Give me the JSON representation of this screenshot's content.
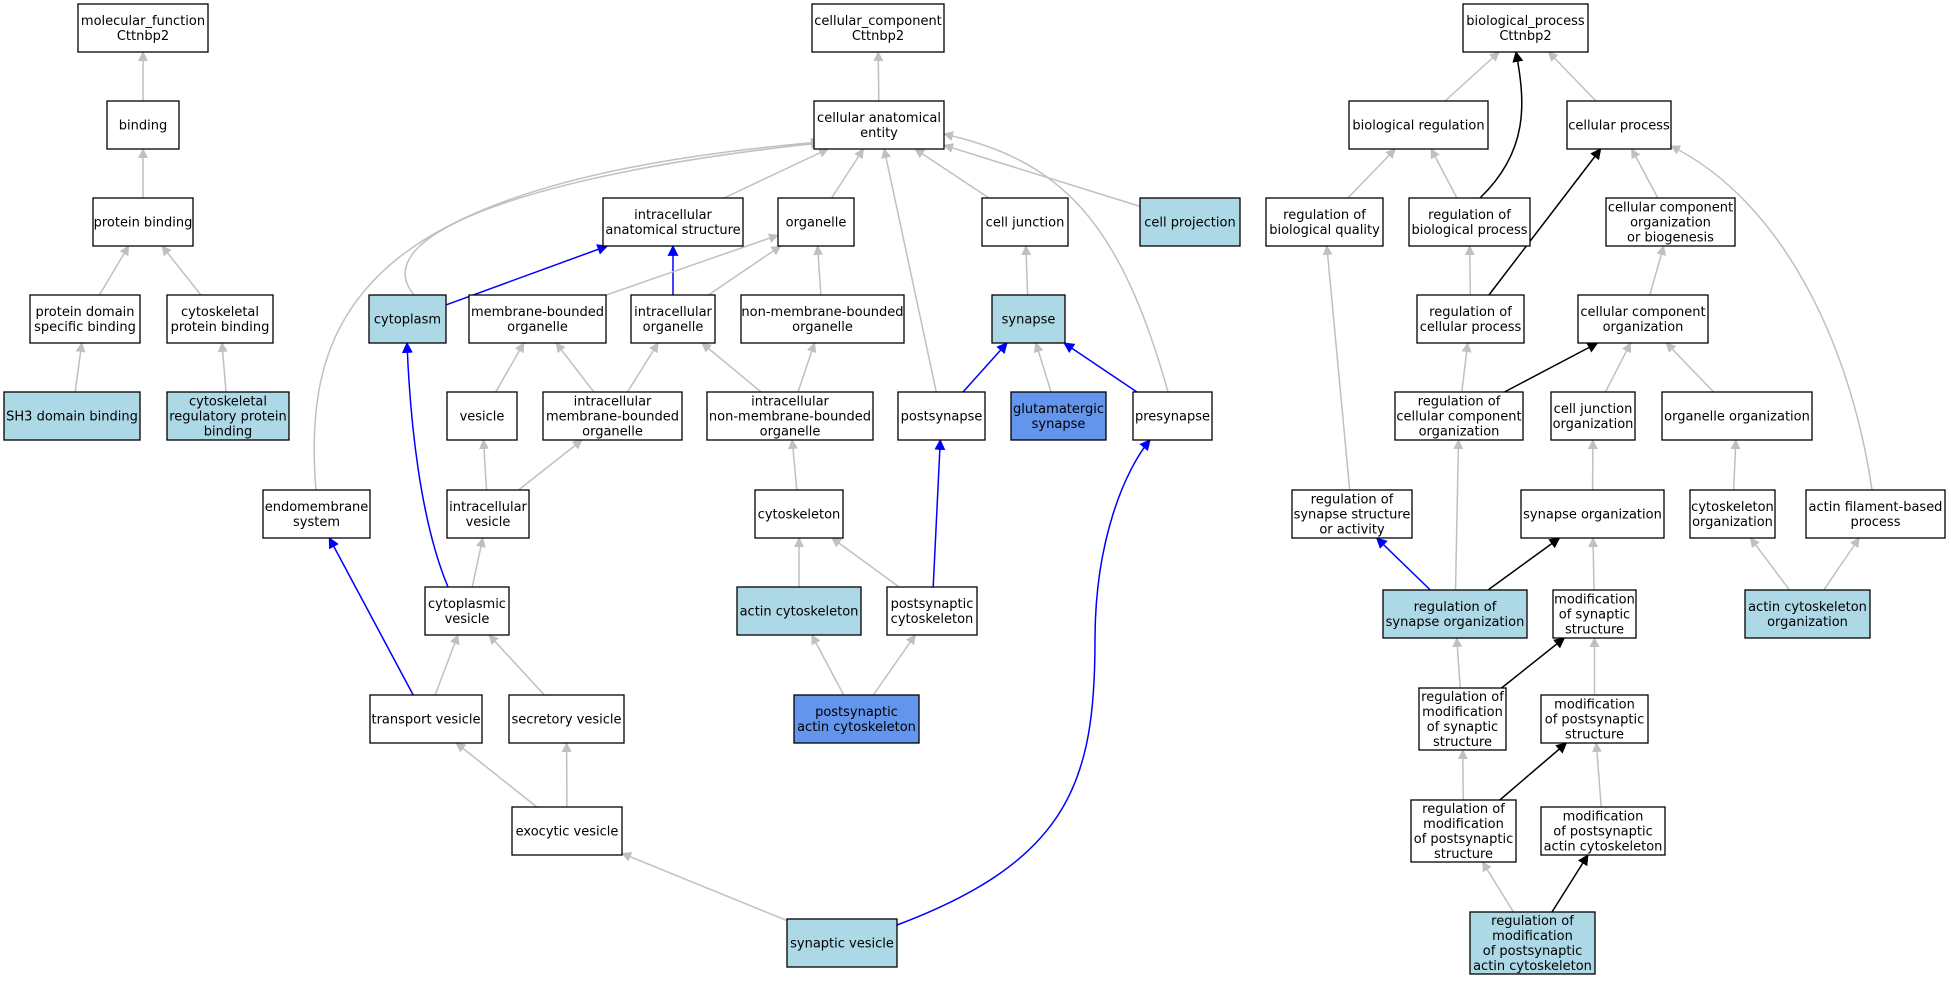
{
  "colors": {
    "plain": "#ffffff",
    "annotated": "#add8e6",
    "highlight": "#6495ed",
    "edge_grey": "#c0c0c0",
    "edge_black": "#000000",
    "edge_blue": "#0000ff"
  },
  "nodes": [
    {
      "id": "mf_root",
      "lines": [
        "molecular_function",
        "Cttnbp2"
      ],
      "fill": "plain"
    },
    {
      "id": "binding",
      "lines": [
        "binding"
      ],
      "fill": "plain"
    },
    {
      "id": "protein_binding",
      "lines": [
        "protein binding"
      ],
      "fill": "plain"
    },
    {
      "id": "protein_domain_specific_binding",
      "lines": [
        "protein domain",
        "specific binding"
      ],
      "fill": "plain"
    },
    {
      "id": "cytoskeletal_protein_binding",
      "lines": [
        "cytoskeletal",
        "protein binding"
      ],
      "fill": "plain"
    },
    {
      "id": "sh3_domain_binding",
      "lines": [
        "SH3 domain binding"
      ],
      "fill": "annotated"
    },
    {
      "id": "cytoskeletal_regulatory_protein_binding",
      "lines": [
        "cytoskeletal",
        "regulatory protein",
        "binding"
      ],
      "fill": "annotated"
    },
    {
      "id": "cc_root",
      "lines": [
        "cellular_component",
        "Cttnbp2"
      ],
      "fill": "plain"
    },
    {
      "id": "cellular_anatomical_entity",
      "lines": [
        "cellular anatomical",
        "entity"
      ],
      "fill": "plain"
    },
    {
      "id": "intracellular_anatomical_structure",
      "lines": [
        "intracellular",
        "anatomical structure"
      ],
      "fill": "plain"
    },
    {
      "id": "organelle",
      "lines": [
        "organelle"
      ],
      "fill": "plain"
    },
    {
      "id": "cell_junction",
      "lines": [
        "cell junction"
      ],
      "fill": "plain"
    },
    {
      "id": "cell_projection",
      "lines": [
        "cell projection"
      ],
      "fill": "annotated"
    },
    {
      "id": "cytoplasm",
      "lines": [
        "cytoplasm"
      ],
      "fill": "annotated"
    },
    {
      "id": "membrane_bounded_organelle",
      "lines": [
        "membrane-bounded",
        "organelle"
      ],
      "fill": "plain"
    },
    {
      "id": "intracellular_organelle",
      "lines": [
        "intracellular",
        "organelle"
      ],
      "fill": "plain"
    },
    {
      "id": "non_membrane_bounded_organelle",
      "lines": [
        "non-membrane-bounded",
        "organelle"
      ],
      "fill": "plain"
    },
    {
      "id": "synapse",
      "lines": [
        "synapse"
      ],
      "fill": "annotated"
    },
    {
      "id": "vesicle",
      "lines": [
        "vesicle"
      ],
      "fill": "plain"
    },
    {
      "id": "intracellular_membrane_bounded_organelle",
      "lines": [
        "intracellular",
        "membrane-bounded",
        "organelle"
      ],
      "fill": "plain"
    },
    {
      "id": "intracellular_non_membrane_bounded_organelle",
      "lines": [
        "intracellular",
        "non-membrane-bounded",
        "organelle"
      ],
      "fill": "plain"
    },
    {
      "id": "postsynapse",
      "lines": [
        "postsynapse"
      ],
      "fill": "plain"
    },
    {
      "id": "glutamatergic_synapse",
      "lines": [
        "glutamatergic",
        "synapse"
      ],
      "fill": "highlight"
    },
    {
      "id": "presynapse",
      "lines": [
        "presynapse"
      ],
      "fill": "plain"
    },
    {
      "id": "endomembrane_system",
      "lines": [
        "endomembrane",
        "system"
      ],
      "fill": "plain"
    },
    {
      "id": "intracellular_vesicle",
      "lines": [
        "intracellular",
        "vesicle"
      ],
      "fill": "plain"
    },
    {
      "id": "cytoskeleton",
      "lines": [
        "cytoskeleton"
      ],
      "fill": "plain"
    },
    {
      "id": "cytoplasmic_vesicle",
      "lines": [
        "cytoplasmic",
        "vesicle"
      ],
      "fill": "plain"
    },
    {
      "id": "actin_cytoskeleton",
      "lines": [
        "actin cytoskeleton"
      ],
      "fill": "annotated"
    },
    {
      "id": "postsynaptic_cytoskeleton",
      "lines": [
        "postsynaptic",
        "cytoskeleton"
      ],
      "fill": "plain"
    },
    {
      "id": "transport_vesicle",
      "lines": [
        "transport vesicle"
      ],
      "fill": "plain"
    },
    {
      "id": "secretory_vesicle",
      "lines": [
        "secretory vesicle"
      ],
      "fill": "plain"
    },
    {
      "id": "postsynaptic_actin_cytoskeleton",
      "lines": [
        "postsynaptic",
        "actin cytoskeleton"
      ],
      "fill": "highlight"
    },
    {
      "id": "exocytic_vesicle",
      "lines": [
        "exocytic vesicle"
      ],
      "fill": "plain"
    },
    {
      "id": "synaptic_vesicle",
      "lines": [
        "synaptic vesicle"
      ],
      "fill": "annotated"
    },
    {
      "id": "bp_root",
      "lines": [
        "biological_process",
        "Cttnbp2"
      ],
      "fill": "plain"
    },
    {
      "id": "biological_regulation",
      "lines": [
        "biological regulation"
      ],
      "fill": "plain"
    },
    {
      "id": "cellular_process",
      "lines": [
        "cellular process"
      ],
      "fill": "plain"
    },
    {
      "id": "regulation_of_biological_quality",
      "lines": [
        "regulation of",
        "biological quality"
      ],
      "fill": "plain"
    },
    {
      "id": "regulation_of_biological_process",
      "lines": [
        "regulation of",
        "biological process"
      ],
      "fill": "plain"
    },
    {
      "id": "cellular_component_organization_or_biogenesis",
      "lines": [
        "cellular component",
        "organization",
        "or biogenesis"
      ],
      "fill": "plain"
    },
    {
      "id": "regulation_of_cellular_process",
      "lines": [
        "regulation of",
        "cellular process"
      ],
      "fill": "plain"
    },
    {
      "id": "cellular_component_organization",
      "lines": [
        "cellular component",
        "organization"
      ],
      "fill": "plain"
    },
    {
      "id": "regulation_of_cellular_component_organization",
      "lines": [
        "regulation of",
        "cellular component",
        "organization"
      ],
      "fill": "plain"
    },
    {
      "id": "cell_junction_organization",
      "lines": [
        "cell junction",
        "organization"
      ],
      "fill": "plain"
    },
    {
      "id": "organelle_organization",
      "lines": [
        "organelle organization"
      ],
      "fill": "plain"
    },
    {
      "id": "regulation_of_synapse_structure_or_activity",
      "lines": [
        "regulation of",
        "synapse structure",
        "or activity"
      ],
      "fill": "plain"
    },
    {
      "id": "synapse_organization",
      "lines": [
        "synapse organization"
      ],
      "fill": "plain"
    },
    {
      "id": "cytoskeleton_organization",
      "lines": [
        "cytoskeleton",
        "organization"
      ],
      "fill": "plain"
    },
    {
      "id": "actin_filament_based_process",
      "lines": [
        "actin filament-based",
        "process"
      ],
      "fill": "plain"
    },
    {
      "id": "regulation_of_synapse_organization",
      "lines": [
        "regulation of",
        "synapse organization"
      ],
      "fill": "annotated"
    },
    {
      "id": "modification_of_synaptic_structure",
      "lines": [
        "modification",
        "of synaptic",
        "structure"
      ],
      "fill": "plain"
    },
    {
      "id": "actin_cytoskeleton_organization",
      "lines": [
        "actin cytoskeleton",
        "organization"
      ],
      "fill": "annotated"
    },
    {
      "id": "regulation_of_modification_of_synaptic_structure",
      "lines": [
        "regulation of",
        "modification",
        "of synaptic",
        "structure"
      ],
      "fill": "plain"
    },
    {
      "id": "modification_of_postsynaptic_structure",
      "lines": [
        "modification",
        "of postsynaptic",
        "structure"
      ],
      "fill": "plain"
    },
    {
      "id": "regulation_of_modification_of_postsynaptic_structure",
      "lines": [
        "regulation of",
        "modification",
        "of postsynaptic",
        "structure"
      ],
      "fill": "plain"
    },
    {
      "id": "modification_of_postsynaptic_actin_cytoskeleton",
      "lines": [
        "modification",
        "of postsynaptic",
        "actin cytoskeleton"
      ],
      "fill": "plain"
    },
    {
      "id": "regulation_of_modification_of_postsynaptic_actin_cytoskeleton",
      "lines": [
        "regulation of",
        "modification",
        "of postsynaptic",
        "actin cytoskeleton"
      ],
      "fill": "annotated"
    }
  ],
  "edges": [
    {
      "from": "binding",
      "to": "mf_root",
      "color": "grey"
    },
    {
      "from": "protein_binding",
      "to": "binding",
      "color": "grey"
    },
    {
      "from": "protein_domain_specific_binding",
      "to": "protein_binding",
      "color": "grey"
    },
    {
      "from": "cytoskeletal_protein_binding",
      "to": "protein_binding",
      "color": "grey"
    },
    {
      "from": "sh3_domain_binding",
      "to": "protein_domain_specific_binding",
      "color": "grey"
    },
    {
      "from": "cytoskeletal_regulatory_protein_binding",
      "to": "cytoskeletal_protein_binding",
      "color": "grey"
    },
    {
      "from": "cellular_anatomical_entity",
      "to": "cc_root",
      "color": "grey"
    },
    {
      "from": "intracellular_anatomical_structure",
      "to": "cellular_anatomical_entity",
      "color": "grey"
    },
    {
      "from": "organelle",
      "to": "cellular_anatomical_entity",
      "color": "grey"
    },
    {
      "from": "cell_junction",
      "to": "cellular_anatomical_entity",
      "color": "grey"
    },
    {
      "from": "cell_projection",
      "to": "cellular_anatomical_entity",
      "color": "grey"
    },
    {
      "from": "cytoplasm",
      "to": "cellular_anatomical_entity",
      "color": "grey"
    },
    {
      "from": "endomembrane_system",
      "to": "cellular_anatomical_entity",
      "color": "grey"
    },
    {
      "from": "postsynapse",
      "to": "cellular_anatomical_entity",
      "color": "grey"
    },
    {
      "from": "presynapse",
      "to": "cellular_anatomical_entity",
      "color": "grey"
    },
    {
      "from": "cytoplasm",
      "to": "intracellular_anatomical_structure",
      "color": "blue"
    },
    {
      "from": "intracellular_organelle",
      "to": "intracellular_anatomical_structure",
      "color": "blue"
    },
    {
      "from": "membrane_bounded_organelle",
      "to": "organelle",
      "color": "grey"
    },
    {
      "from": "intracellular_organelle",
      "to": "organelle",
      "color": "grey"
    },
    {
      "from": "non_membrane_bounded_organelle",
      "to": "organelle",
      "color": "grey"
    },
    {
      "from": "synapse",
      "to": "cell_junction",
      "color": "grey"
    },
    {
      "from": "vesicle",
      "to": "membrane_bounded_organelle",
      "color": "grey"
    },
    {
      "from": "intracellular_membrane_bounded_organelle",
      "to": "membrane_bounded_organelle",
      "color": "grey"
    },
    {
      "from": "intracellular_membrane_bounded_organelle",
      "to": "intracellular_organelle",
      "color": "grey"
    },
    {
      "from": "intracellular_non_membrane_bounded_organelle",
      "to": "intracellular_organelle",
      "color": "grey"
    },
    {
      "from": "intracellular_non_membrane_bounded_organelle",
      "to": "non_membrane_bounded_organelle",
      "color": "grey"
    },
    {
      "from": "postsynapse",
      "to": "synapse",
      "color": "blue"
    },
    {
      "from": "glutamatergic_synapse",
      "to": "synapse",
      "color": "grey"
    },
    {
      "from": "presynapse",
      "to": "synapse",
      "color": "blue"
    },
    {
      "from": "intracellular_vesicle",
      "to": "vesicle",
      "color": "grey"
    },
    {
      "from": "intracellular_vesicle",
      "to": "intracellular_membrane_bounded_organelle",
      "color": "grey"
    },
    {
      "from": "cytoskeleton",
      "to": "intracellular_non_membrane_bounded_organelle",
      "color": "grey"
    },
    {
      "from": "cytoplasmic_vesicle",
      "to": "intracellular_vesicle",
      "color": "grey"
    },
    {
      "from": "cytoplasmic_vesicle",
      "to": "cytoplasm",
      "color": "blue"
    },
    {
      "from": "actin_cytoskeleton",
      "to": "cytoskeleton",
      "color": "grey"
    },
    {
      "from": "postsynaptic_cytoskeleton",
      "to": "cytoskeleton",
      "color": "grey"
    },
    {
      "from": "postsynaptic_cytoskeleton",
      "to": "postsynapse",
      "color": "blue"
    },
    {
      "from": "transport_vesicle",
      "to": "cytoplasmic_vesicle",
      "color": "grey"
    },
    {
      "from": "secretory_vesicle",
      "to": "cytoplasmic_vesicle",
      "color": "grey"
    },
    {
      "from": "transport_vesicle",
      "to": "endomembrane_system",
      "color": "blue"
    },
    {
      "from": "postsynaptic_actin_cytoskeleton",
      "to": "actin_cytoskeleton",
      "color": "grey"
    },
    {
      "from": "postsynaptic_actin_cytoskeleton",
      "to": "postsynaptic_cytoskeleton",
      "color": "grey"
    },
    {
      "from": "exocytic_vesicle",
      "to": "transport_vesicle",
      "color": "grey"
    },
    {
      "from": "exocytic_vesicle",
      "to": "secretory_vesicle",
      "color": "grey"
    },
    {
      "from": "synaptic_vesicle",
      "to": "exocytic_vesicle",
      "color": "grey"
    },
    {
      "from": "synaptic_vesicle",
      "to": "presynapse",
      "color": "blue"
    },
    {
      "from": "biological_regulation",
      "to": "bp_root",
      "color": "grey"
    },
    {
      "from": "cellular_process",
      "to": "bp_root",
      "color": "grey"
    },
    {
      "from": "regulation_of_biological_process",
      "to": "bp_root",
      "color": "black"
    },
    {
      "from": "regulation_of_biological_quality",
      "to": "biological_regulation",
      "color": "grey"
    },
    {
      "from": "regulation_of_biological_process",
      "to": "biological_regulation",
      "color": "grey"
    },
    {
      "from": "cellular_component_organization_or_biogenesis",
      "to": "cellular_process",
      "color": "grey"
    },
    {
      "from": "actin_filament_based_process",
      "to": "cellular_process",
      "color": "grey"
    },
    {
      "from": "regulation_of_cellular_process",
      "to": "cellular_process",
      "color": "black"
    },
    {
      "from": "regulation_of_cellular_process",
      "to": "regulation_of_biological_process",
      "color": "grey"
    },
    {
      "from": "cellular_component_organization",
      "to": "cellular_component_organization_or_biogenesis",
      "color": "grey"
    },
    {
      "from": "regulation_of_cellular_component_organization",
      "to": "regulation_of_cellular_process",
      "color": "grey"
    },
    {
      "from": "regulation_of_cellular_component_organization",
      "to": "cellular_component_organization",
      "color": "black"
    },
    {
      "from": "cell_junction_organization",
      "to": "cellular_component_organization",
      "color": "grey"
    },
    {
      "from": "organelle_organization",
      "to": "cellular_component_organization",
      "color": "grey"
    },
    {
      "from": "regulation_of_synapse_structure_or_activity",
      "to": "regulation_of_biological_quality",
      "color": "grey"
    },
    {
      "from": "synapse_organization",
      "to": "cell_junction_organization",
      "color": "grey"
    },
    {
      "from": "cytoskeleton_organization",
      "to": "organelle_organization",
      "color": "grey"
    },
    {
      "from": "regulation_of_synapse_organization",
      "to": "regulation_of_cellular_component_organization",
      "color": "grey"
    },
    {
      "from": "regulation_of_synapse_organization",
      "to": "regulation_of_synapse_structure_or_activity",
      "color": "blue"
    },
    {
      "from": "regulation_of_synapse_organization",
      "to": "synapse_organization",
      "color": "black"
    },
    {
      "from": "modification_of_synaptic_structure",
      "to": "synapse_organization",
      "color": "grey"
    },
    {
      "from": "actin_cytoskeleton_organization",
      "to": "cytoskeleton_organization",
      "color": "grey"
    },
    {
      "from": "actin_cytoskeleton_organization",
      "to": "actin_filament_based_process",
      "color": "grey"
    },
    {
      "from": "regulation_of_modification_of_synaptic_structure",
      "to": "regulation_of_synapse_organization",
      "color": "grey"
    },
    {
      "from": "regulation_of_modification_of_synaptic_structure",
      "to": "modification_of_synaptic_structure",
      "color": "black"
    },
    {
      "from": "modification_of_postsynaptic_structure",
      "to": "modification_of_synaptic_structure",
      "color": "grey"
    },
    {
      "from": "regulation_of_modification_of_postsynaptic_structure",
      "to": "regulation_of_modification_of_synaptic_structure",
      "color": "grey"
    },
    {
      "from": "regulation_of_modification_of_postsynaptic_structure",
      "to": "modification_of_postsynaptic_structure",
      "color": "black"
    },
    {
      "from": "modification_of_postsynaptic_actin_cytoskeleton",
      "to": "modification_of_postsynaptic_structure",
      "color": "grey"
    },
    {
      "from": "regulation_of_modification_of_postsynaptic_actin_cytoskeleton",
      "to": "regulation_of_modification_of_postsynaptic_structure",
      "color": "grey"
    },
    {
      "from": "regulation_of_modification_of_postsynaptic_actin_cytoskeleton",
      "to": "modification_of_postsynaptic_actin_cytoskeleton",
      "color": "black"
    }
  ]
}
